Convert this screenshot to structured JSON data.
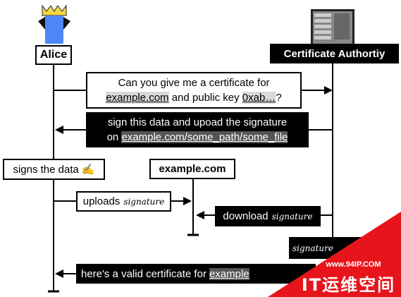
{
  "participants": {
    "alice": "Alice",
    "ca": "Certificate Authortiy",
    "site": "example.com"
  },
  "messages": {
    "m1": {
      "line1": "Can you give me a certificate for",
      "domain": "example.com",
      "mid": "and public key",
      "key": "0xab…",
      "end": "?"
    },
    "m2": {
      "line1": "sign this data and upoad the signature",
      "prefix": "on",
      "url": "example.com/some_path/some_file"
    },
    "m3": {
      "text": "signs the data",
      "emoji": "✍️"
    },
    "m4": {
      "text": "uploads",
      "script": "signature"
    },
    "m5": {
      "text": "download",
      "script": "signature"
    },
    "m6": {
      "script": "signature"
    },
    "m7": {
      "text": "here's a valid certificate for",
      "domain": "example"
    }
  },
  "watermark": {
    "url": "www.94IP.COM",
    "brand": "IT运维空间"
  },
  "colors": {
    "alice_crown": "#f5d742",
    "alice_body": "#4f86f7",
    "watermark_red": "#e8141b"
  }
}
